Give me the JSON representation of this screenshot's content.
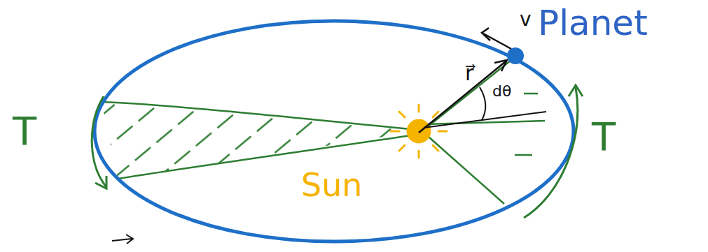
{
  "diagram": {
    "labels": [
      "Planet",
      "Sun",
      "T",
      "T",
      "v",
      "r⃗",
      "dθ"
    ]
  }
}
